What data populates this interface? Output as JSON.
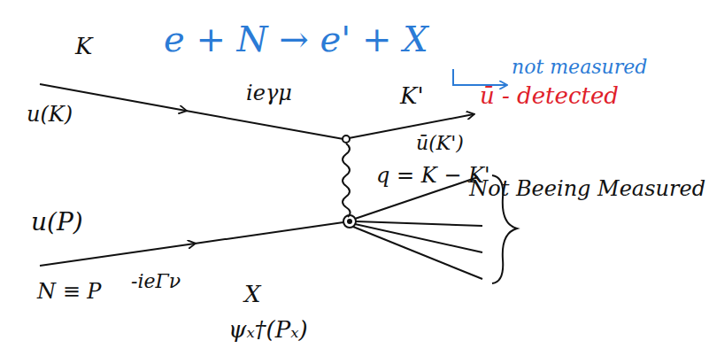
{
  "diagram": {
    "title": "e + N → e' + X",
    "labels": [
      "not measured",
      "K",
      "ieγμ",
      "K'",
      "ū - detected",
      "u(K)",
      "ū(K')",
      "q = K − K'",
      "u(P)",
      "N ≡ P",
      "-ieΓν",
      "X",
      "Not Beeing Measured",
      "ψₓ†(Pₓ)"
    ]
  }
}
